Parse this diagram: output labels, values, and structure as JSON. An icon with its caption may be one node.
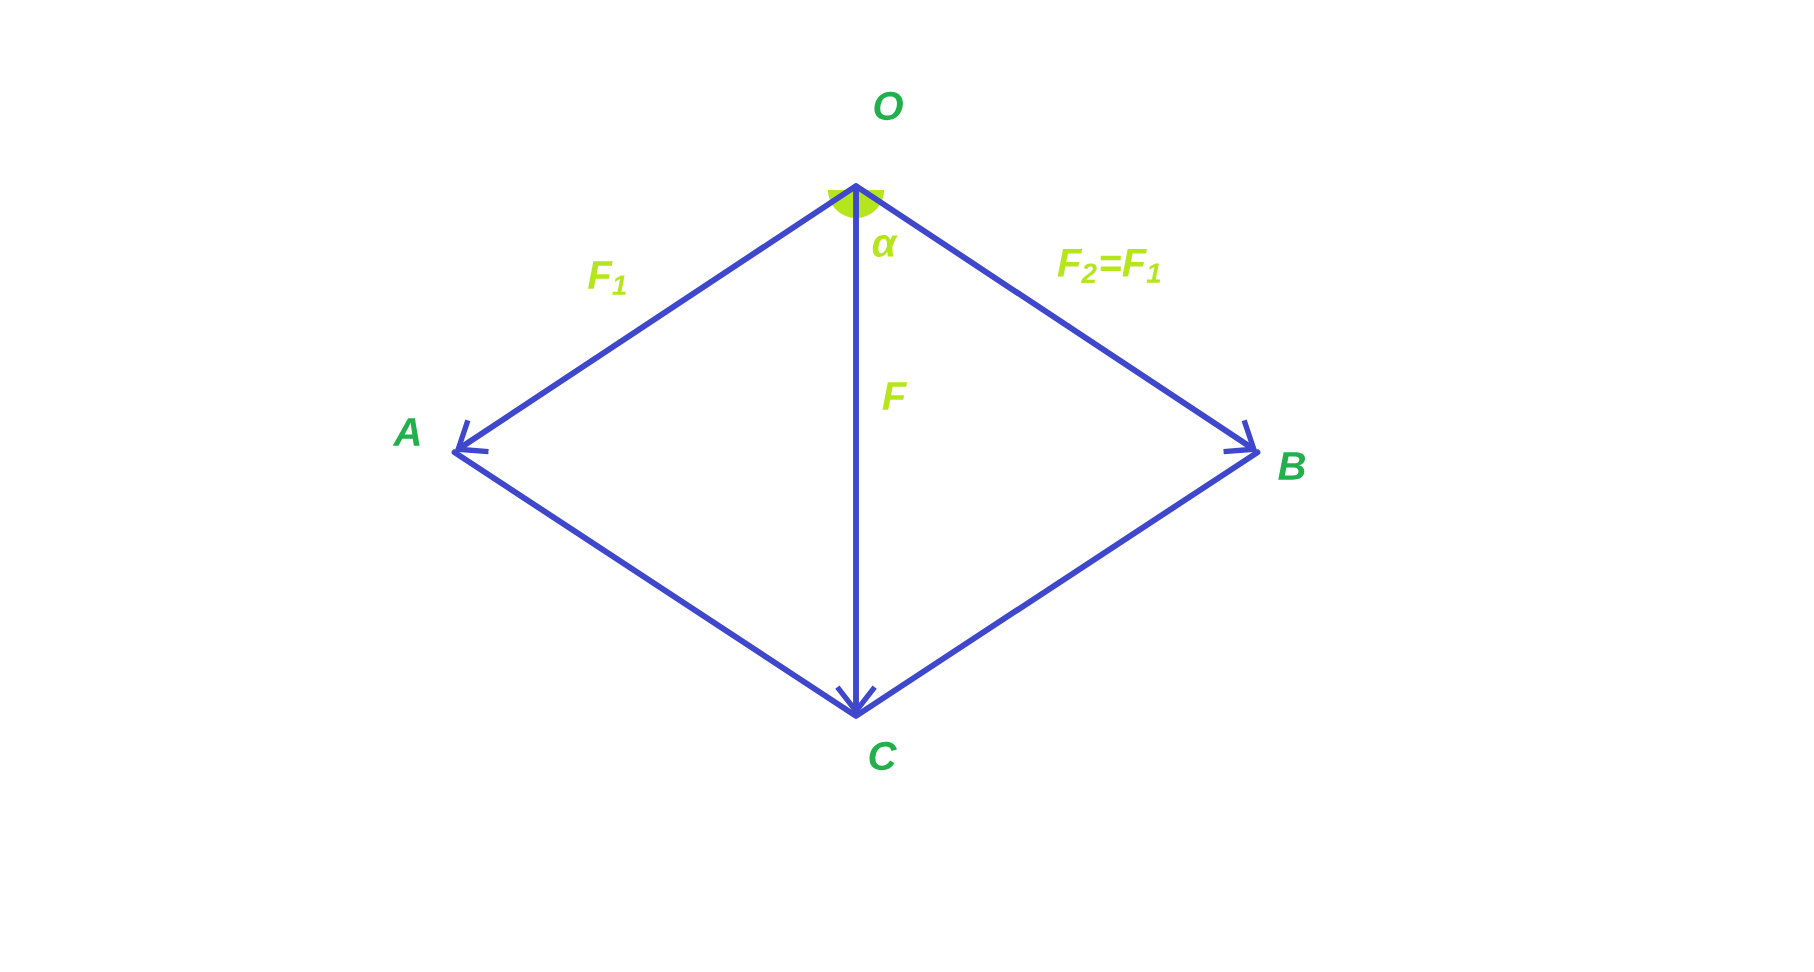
{
  "diagram": {
    "nodes": [
      {
        "text": [
          "O"
        ]
      },
      {
        "text": [
          "A"
        ]
      },
      {
        "text": [
          "B"
        ]
      },
      {
        "text": [
          "C"
        ]
      }
    ],
    "edges": [
      {
        "from": 0,
        "to": 1,
        "arrow": "to",
        "label": "F$_{1}$"
      },
      {
        "from": 0,
        "to": 2,
        "arrow": "to",
        "label": "F$_{2}$=F$_{1}$"
      },
      {
        "from": 0,
        "to": 3,
        "arrow": "to",
        "label": "F"
      },
      {
        "from": 1,
        "to": 3,
        "arrow": "none"
      },
      {
        "from": 2,
        "to": 3,
        "arrow": "none"
      }
    ],
    "labels": [
      "α"
    ]
  }
}
